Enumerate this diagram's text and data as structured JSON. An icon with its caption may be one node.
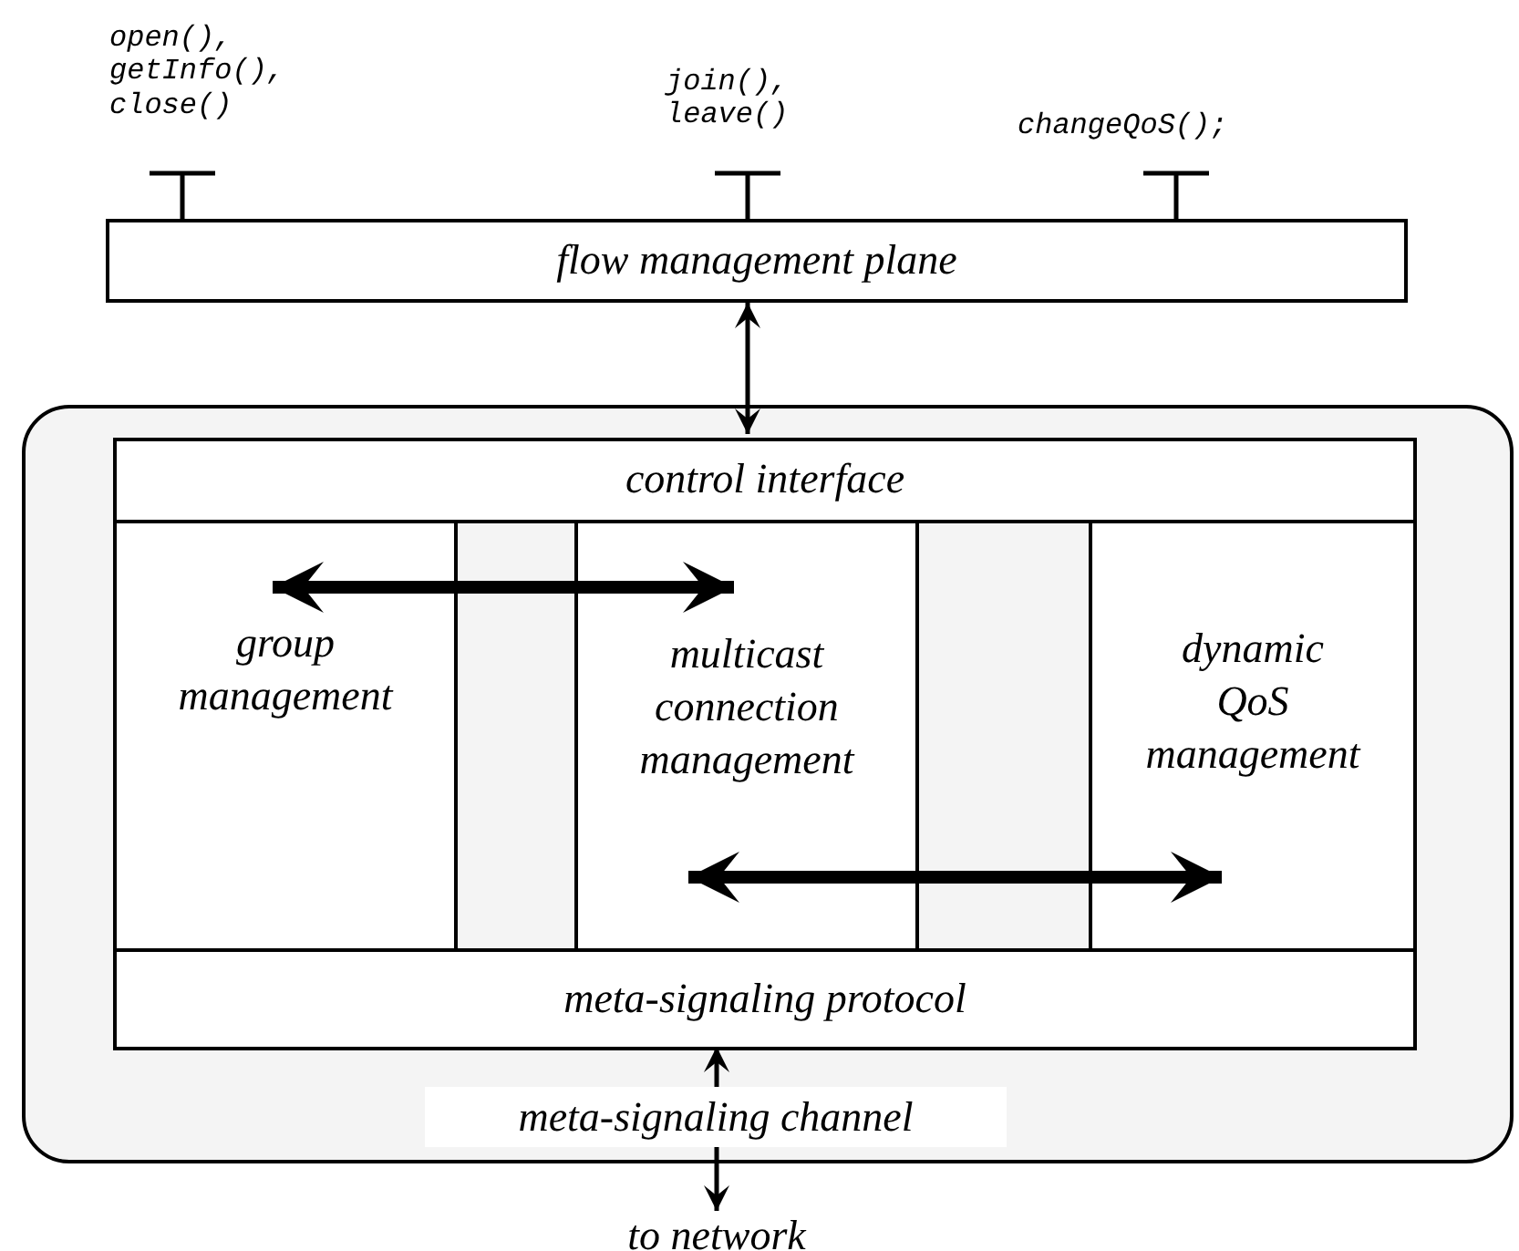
{
  "diagram": {
    "nodes": [
      {
        "text": [
          "flow management plane"
        ]
      },
      {
        "text": [],
        "shape": "box"
      },
      {
        "text": [
          "control interface"
        ],
        "in": 1
      },
      {
        "text": [
          "group management"
        ],
        "in": 1
      },
      {
        "text": [
          "multicast connection management"
        ],
        "in": 1
      },
      {
        "text": [
          "dynamic QoS management"
        ],
        "in": 1
      },
      {
        "text": [
          "meta-signaling protocol"
        ],
        "in": 1
      },
      {
        "text": [
          "to network"
        ]
      }
    ],
    "edges": [
      {
        "from": 0,
        "to": 2,
        "arrow": "both"
      },
      {
        "from": 3,
        "to": 4,
        "arrow": "both",
        "style": "thick"
      },
      {
        "from": 4,
        "to": 5,
        "arrow": "both",
        "style": "thick"
      },
      {
        "from": 6,
        "to": 7,
        "arrow": "both",
        "label": "meta-signaling channel"
      }
    ],
    "labels": [
      "open(), getInfo(), close()",
      "join(), leave()",
      "changeQoS();"
    ]
  }
}
